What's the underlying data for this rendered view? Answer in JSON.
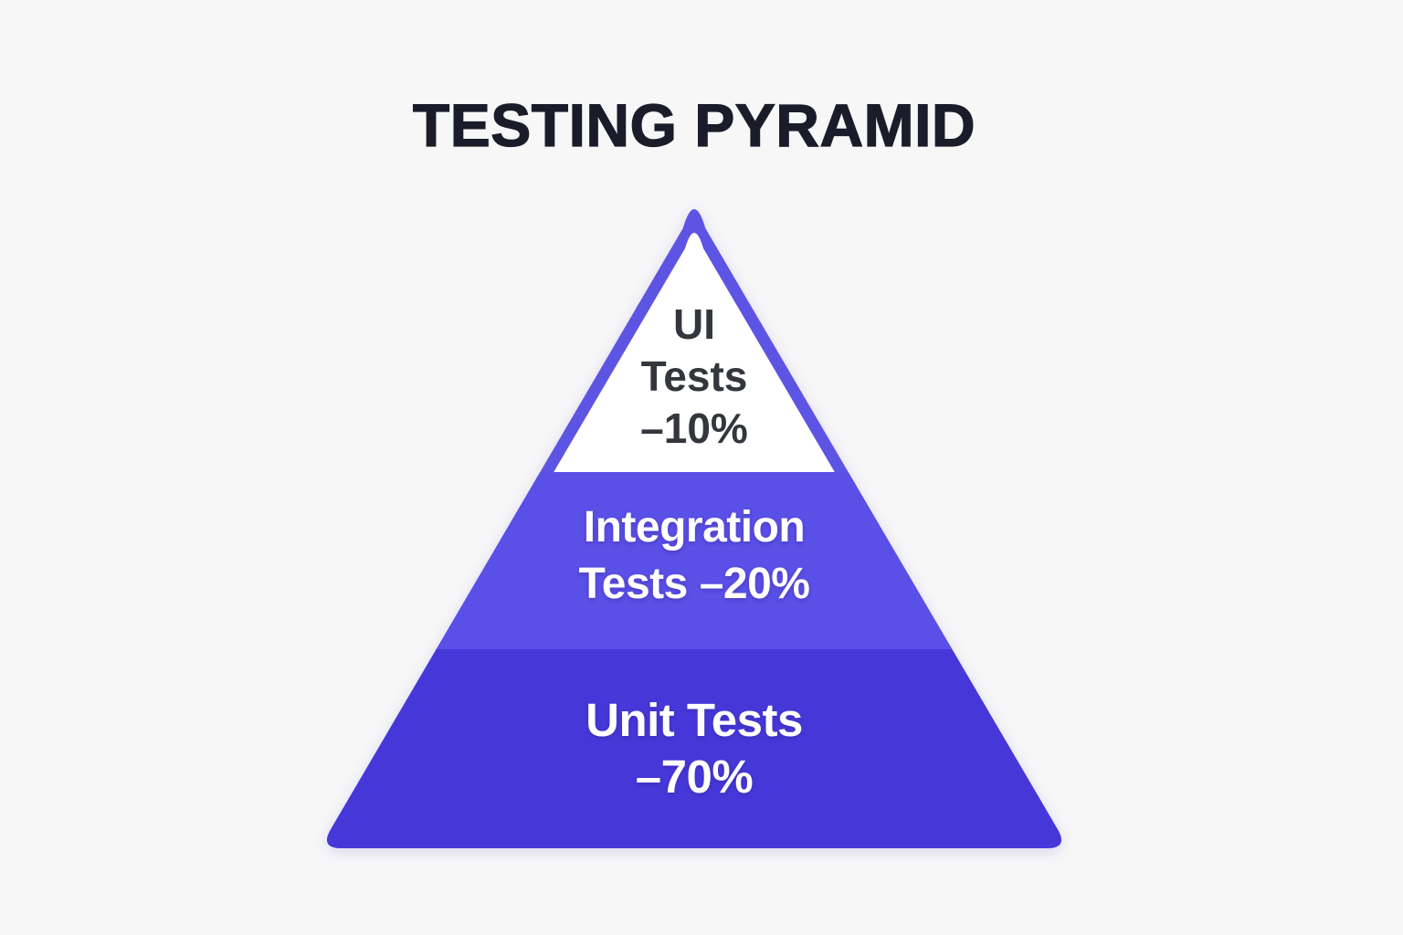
{
  "title": "TESTING PYRAMID",
  "colors": {
    "background": "#F7F7F8",
    "outline": "#5E54E4",
    "tier_top_fill": "#FFFFFF",
    "tier_middle_fill": "#5A4FE6",
    "tier_bottom_fill": "#4638D8",
    "title_text": "#1A1D29",
    "tier_top_text": "#33373D",
    "tier_light_text": "#FFFFFF"
  },
  "pyramid": {
    "tiers": [
      {
        "name": "UI Tests",
        "percent_label": "–10%",
        "lines": [
          "UI",
          "Tests",
          "–10%"
        ]
      },
      {
        "name": "Integration Tests",
        "percent_label": "–20%",
        "lines": [
          "Integration",
          "Tests –20%"
        ]
      },
      {
        "name": "Unit Tests",
        "percent_label": "–70%",
        "lines": [
          "Unit Tests",
          "–70%"
        ]
      }
    ]
  }
}
